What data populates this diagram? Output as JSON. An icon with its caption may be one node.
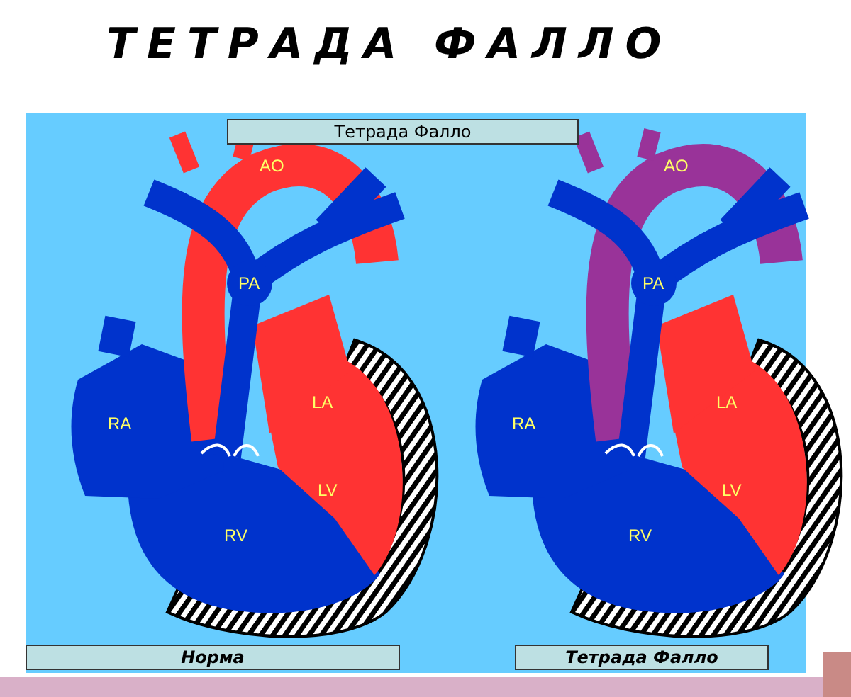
{
  "diagram": {
    "title": "ТЕТРАДА ФАЛЛО",
    "labels": [
      "Тетрада Фалло",
      "AO",
      "PA",
      "LA",
      "RA",
      "LV",
      "RV",
      "AO",
      "PA",
      "LA",
      "RA",
      "LV",
      "RV",
      "Норма",
      "Тетрада Фалло"
    ]
  }
}
